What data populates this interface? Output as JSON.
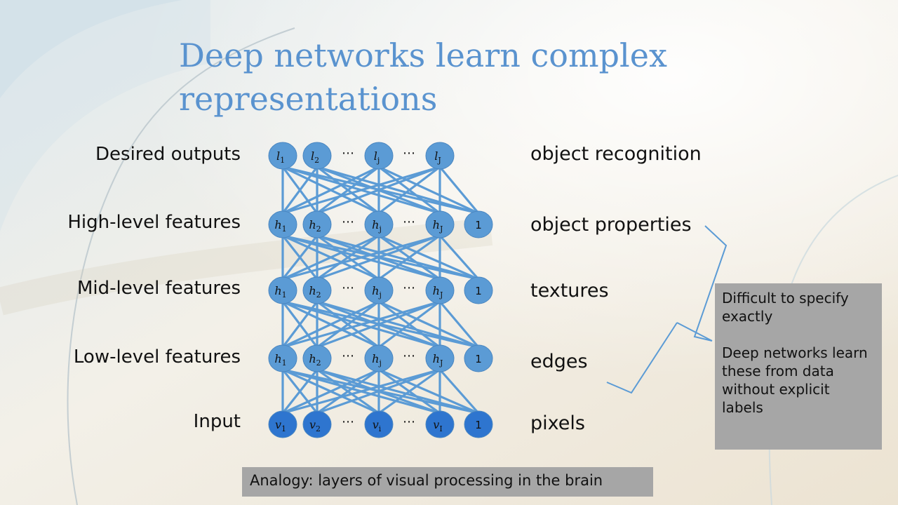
{
  "slide": {
    "title": "Deep networks learn complex representations"
  },
  "rows": [
    {
      "left_label": "Desired outputs",
      "right_label": "object recognition",
      "nodes": [
        {
          "base": "l",
          "sub": "1"
        },
        {
          "base": "l",
          "sub": "2"
        },
        {
          "dots": "⋯"
        },
        {
          "base": "l",
          "sub": "j"
        },
        {
          "dots": "⋯"
        },
        {
          "base": "l",
          "sub": "J"
        }
      ],
      "bias": ""
    },
    {
      "left_label": "High-level features",
      "right_label": "object properties",
      "nodes": [
        {
          "base": "h",
          "sub": "1"
        },
        {
          "base": "h",
          "sub": "2"
        },
        {
          "dots": "⋯"
        },
        {
          "base": "h",
          "sub": "j"
        },
        {
          "dots": "⋯"
        },
        {
          "base": "h",
          "sub": "J"
        }
      ],
      "bias": "1"
    },
    {
      "left_label": "Mid-level features",
      "right_label": "textures",
      "nodes": [
        {
          "base": "h",
          "sub": "1"
        },
        {
          "base": "h",
          "sub": "2"
        },
        {
          "dots": "⋯"
        },
        {
          "base": "h",
          "sub": "j"
        },
        {
          "dots": "⋯"
        },
        {
          "base": "h",
          "sub": "J"
        }
      ],
      "bias": "1"
    },
    {
      "left_label": "Low-level features",
      "right_label": "edges",
      "nodes": [
        {
          "base": "h",
          "sub": "1"
        },
        {
          "base": "h",
          "sub": "2"
        },
        {
          "dots": "⋯"
        },
        {
          "base": "h",
          "sub": "j"
        },
        {
          "dots": "⋯"
        },
        {
          "base": "h",
          "sub": "J"
        }
      ],
      "bias": "1"
    },
    {
      "left_label": "Input",
      "right_label": "pixels",
      "nodes": [
        {
          "base": "v",
          "sub": "1"
        },
        {
          "base": "v",
          "sub": "2"
        },
        {
          "dots": "⋯"
        },
        {
          "base": "v",
          "sub": "i"
        },
        {
          "dots": "⋯"
        },
        {
          "base": "v",
          "sub": "I"
        }
      ],
      "bias": "1"
    }
  ],
  "note": {
    "line1": "Difficult to specify exactly",
    "line2": "Deep networks learn these from data without explicit labels"
  },
  "analogy": "Analogy: layers of visual processing in the brain",
  "colors": {
    "node_fill": "#5b9bd5",
    "node_fill_input": "#2e75cf",
    "edge": "#5b9bd5",
    "title": "#5a93cf",
    "note_bg": "#a6a6a6"
  }
}
